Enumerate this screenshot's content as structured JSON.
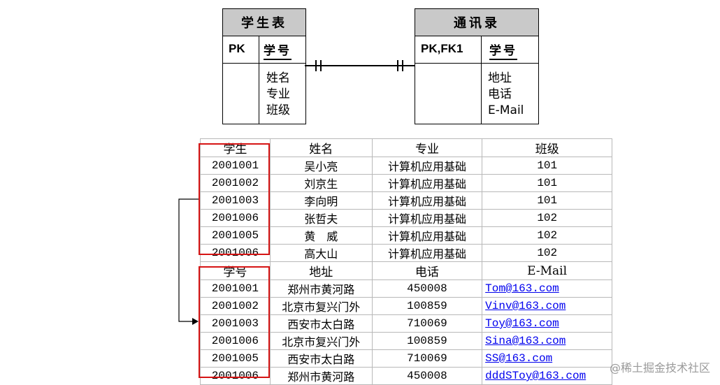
{
  "er": {
    "student_entity": {
      "title": "学生表",
      "pk_label": "PK",
      "pk_field": "学号",
      "attributes": [
        "姓名",
        "专业",
        "班级"
      ]
    },
    "contact_entity": {
      "title": "通讯录",
      "pk_label": "PK,FK1",
      "pk_field": "学号",
      "attributes": [
        "地址",
        "电话",
        "E-Mail"
      ]
    },
    "relationship": "one-to-one"
  },
  "student_table": {
    "headers": [
      "学生",
      "姓名",
      "专业",
      "班级"
    ],
    "rows": [
      [
        "2001001",
        "吴小亮",
        "计算机应用基础",
        "101"
      ],
      [
        "2001002",
        "刘京生",
        "计算机应用基础",
        "101"
      ],
      [
        "2001003",
        "李向明",
        "计算机应用基础",
        "101"
      ],
      [
        "2001006",
        "张哲夫",
        "计算机应用基础",
        "102"
      ],
      [
        "2001005",
        "黄　威",
        "计算机应用基础",
        "102"
      ],
      [
        "2001006",
        "高大山",
        "计算机应用基础",
        "102"
      ]
    ]
  },
  "contact_table": {
    "headers": [
      "学号",
      "地址",
      "电话",
      "E-Mail"
    ],
    "rows": [
      [
        "2001001",
        "郑州市黄河路",
        "450008",
        "Tom@163.com"
      ],
      [
        "2001002",
        "北京市复兴门外",
        "100859",
        "Vinv@163.com"
      ],
      [
        "2001003",
        "西安市太白路",
        "710069",
        "Toy@163.com"
      ],
      [
        "2001006",
        "北京市复兴门外",
        "100859",
        "Sina@163.com"
      ],
      [
        "2001005",
        "西安市太白路",
        "710069",
        "SS@163.com"
      ],
      [
        "2001006",
        "郑州市黄河路",
        "450008",
        "dddSToy@163.com"
      ]
    ]
  },
  "colors": {
    "highlight": "#d61414",
    "header_fill": "#c9c9c9",
    "link": "#0000ee"
  },
  "watermark": "@稀土掘金技术社区"
}
